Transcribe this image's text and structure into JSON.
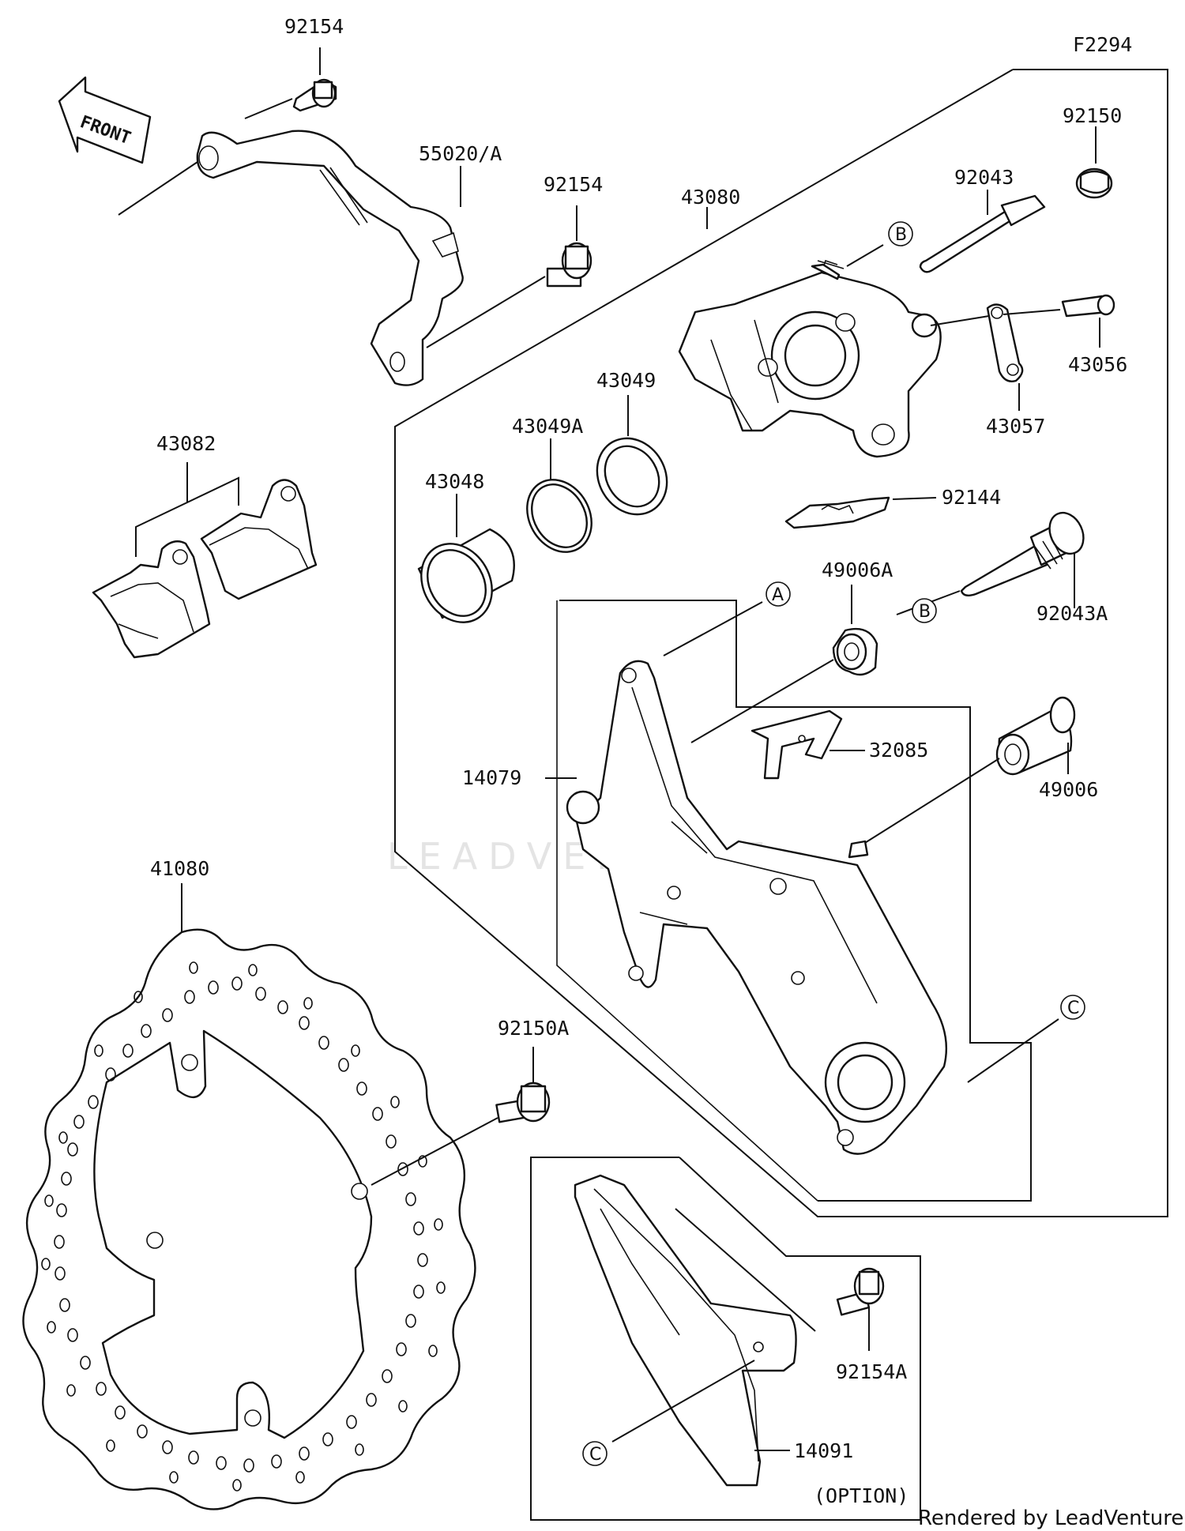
{
  "diagram_id": "F2294",
  "front_label": "FRONT",
  "watermark": "LEADVENTURE",
  "credit": "Rendered by LeadVenture, Inc.",
  "option_label": "(OPTION)",
  "callouts": {
    "a": "A",
    "b": "B",
    "c": "C"
  },
  "parts": {
    "p92154_top": "92154",
    "p55020A": "55020/A",
    "p92154_mid": "92154",
    "p43080": "43080",
    "p92150": "92150",
    "p92043": "92043",
    "p43056": "43056",
    "p43057": "43057",
    "p43049": "43049",
    "p43049A": "43049A",
    "p43048": "43048",
    "p43082": "43082",
    "p92144": "92144",
    "p49006A": "49006A",
    "p92043A": "92043A",
    "p32085": "32085",
    "p14079": "14079",
    "p49006": "49006",
    "p41080": "41080",
    "p92150A": "92150A",
    "p92154A": "92154A",
    "p14091": "14091"
  }
}
